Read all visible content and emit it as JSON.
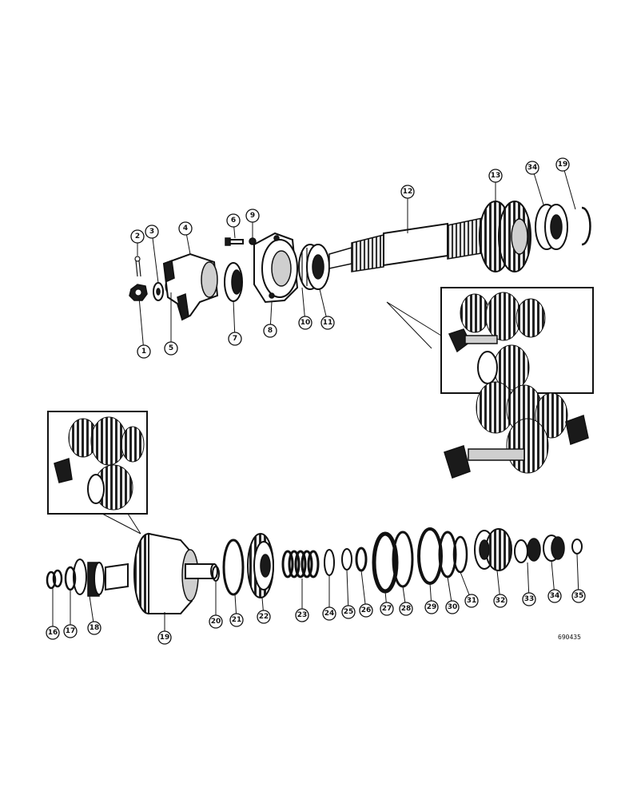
{
  "diagram": {
    "reference_code": "690435",
    "callouts": [
      "1",
      "2",
      "3",
      "4",
      "5",
      "6",
      "7",
      "8",
      "9",
      "10",
      "11",
      "12",
      "13",
      "34",
      "19",
      "16",
      "17",
      "18",
      "19",
      "20",
      "21",
      "22",
      "23",
      "24",
      "25",
      "26",
      "27",
      "28",
      "29",
      "30",
      "31",
      "32",
      "33",
      "34",
      "35"
    ]
  }
}
